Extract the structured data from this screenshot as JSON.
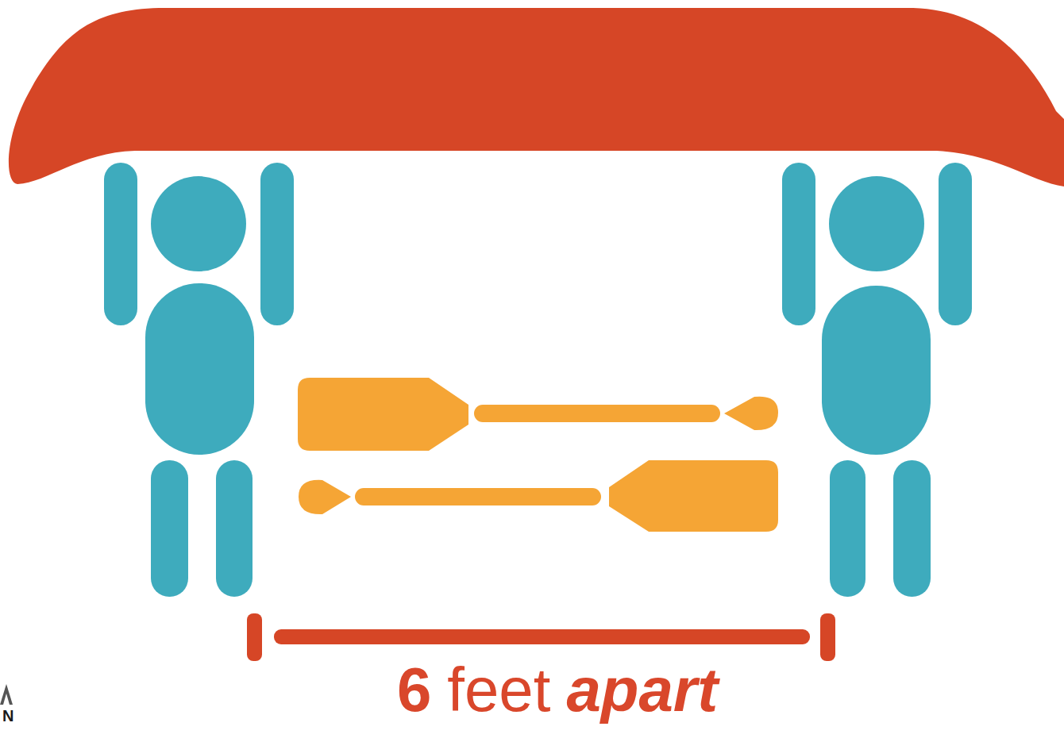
{
  "diagram": {
    "labels": [
      "6",
      "feet",
      "apart",
      "N"
    ]
  }
}
